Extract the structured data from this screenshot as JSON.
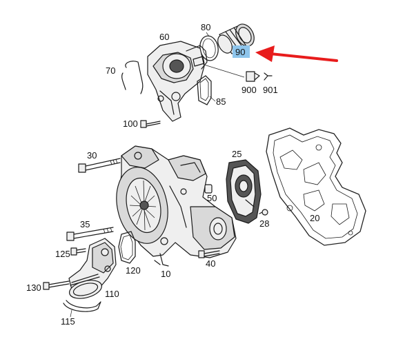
{
  "highlight_color": "#8ec5ec",
  "arrow_color": "#e81c1c",
  "labels": {
    "p10": "10",
    "p20": "20",
    "p25": "25",
    "p28": "28",
    "p30": "30",
    "p35": "35",
    "p40": "40",
    "p50": "50",
    "p60": "60",
    "p70": "70",
    "p80": "80",
    "p85": "85",
    "p90": "90",
    "p100": "100",
    "p110": "110",
    "p115": "115",
    "p120": "120",
    "p125": "125",
    "p130": "130",
    "p900": "900",
    "p901": "901"
  }
}
